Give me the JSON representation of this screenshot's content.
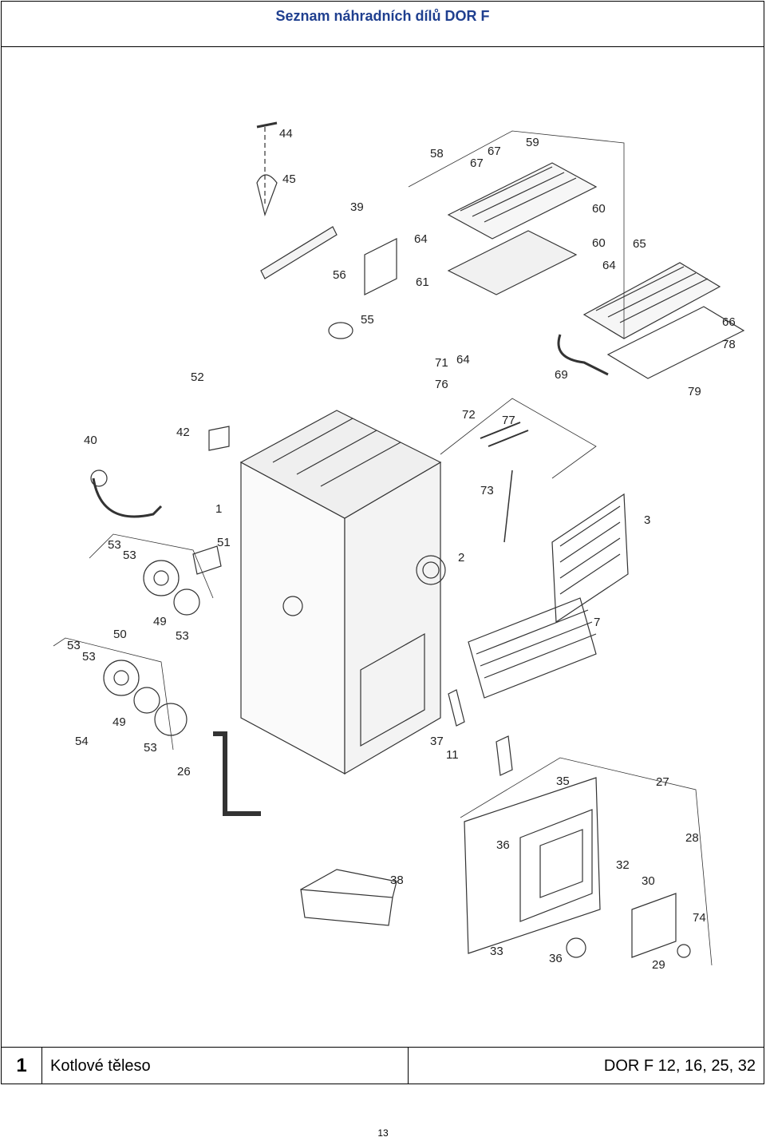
{
  "header": {
    "title": "Seznam náhradních dílů  DOR F"
  },
  "callouts": [
    "44",
    "45",
    "39",
    "56",
    "55",
    "58",
    "67",
    "67",
    "59",
    "60",
    "60",
    "64",
    "64",
    "61",
    "64",
    "65",
    "66",
    "78",
    "69",
    "79",
    "71",
    "76",
    "72",
    "77",
    "73",
    "52",
    "42",
    "40",
    "1",
    "51",
    "53",
    "53",
    "50",
    "49",
    "53",
    "53",
    "53",
    "54",
    "49",
    "53",
    "2",
    "3",
    "7",
    "37",
    "11",
    "26",
    "35",
    "27",
    "36",
    "28",
    "32",
    "30",
    "74",
    "33",
    "36",
    "29",
    "38"
  ],
  "footer": {
    "number": "1",
    "name": "Kotlové těleso",
    "model": "DOR F 12, 16, 25, 32"
  },
  "page_number": "13"
}
